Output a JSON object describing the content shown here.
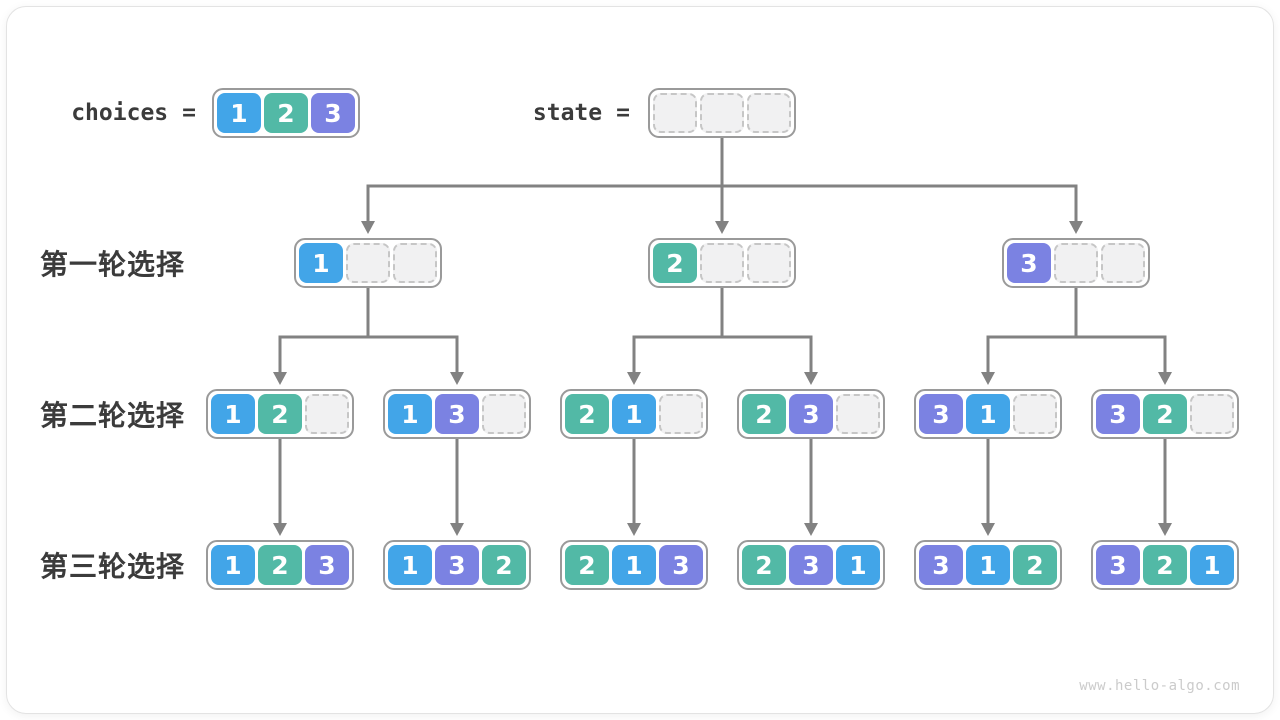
{
  "legend": {
    "choices_label": "choices",
    "equals_sign": "=",
    "choices_values": [
      1,
      2,
      3
    ],
    "state_label": "state",
    "state_values": [
      null,
      null,
      null
    ]
  },
  "rows": [
    {
      "label": "第一轮选择",
      "nodes": [
        [
          1,
          null,
          null
        ],
        [
          2,
          null,
          null
        ],
        [
          3,
          null,
          null
        ]
      ]
    },
    {
      "label": "第二轮选择",
      "nodes": [
        [
          1,
          2,
          null
        ],
        [
          1,
          3,
          null
        ],
        [
          2,
          1,
          null
        ],
        [
          2,
          3,
          null
        ],
        [
          3,
          1,
          null
        ],
        [
          3,
          2,
          null
        ]
      ]
    },
    {
      "label": "第三轮选择",
      "nodes": [
        [
          1,
          2,
          3
        ],
        [
          1,
          3,
          2
        ],
        [
          2,
          1,
          3
        ],
        [
          2,
          3,
          1
        ],
        [
          3,
          1,
          2
        ],
        [
          3,
          2,
          1
        ]
      ]
    }
  ],
  "watermark": "www.hello-algo.com",
  "colors": {
    "value_1": "#42A5E8",
    "value_2": "#52B9A6",
    "value_3": "#7B82E2",
    "connector": "#828282",
    "box_border": "#9A9A9A",
    "empty_fill": "#F1F1F2",
    "empty_border": "#C6C6C6",
    "label_text": "#3B3B3B",
    "watermark_text": "#CBCBCB"
  }
}
